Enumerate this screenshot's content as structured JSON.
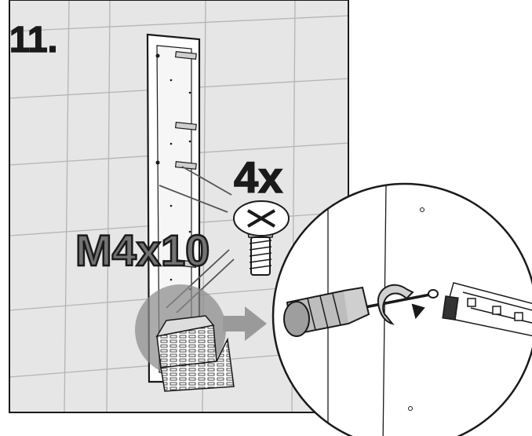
{
  "step": {
    "number": "11."
  },
  "fastener": {
    "quantity": "4x",
    "size": "M4x10",
    "icon": "screw-icon"
  },
  "tool": {
    "icon": "screwdriver-icon"
  },
  "colors": {
    "wall": "#e6e6e6",
    "grout": "#b4b4b4",
    "outline": "#1a1a1a",
    "label_fill": "#737373",
    "highlight": "#8a8a8a"
  }
}
